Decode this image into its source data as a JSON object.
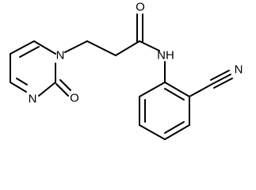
{
  "molecule": {
    "atoms": {
      "carbonyl_oxygen": "O",
      "amide_nitrogen": "NH",
      "nitrile_nitrogen": "N",
      "ring_nitrogen_1": "N",
      "ring_nitrogen_3": "N",
      "ring_carbonyl_oxygen": "O"
    }
  }
}
